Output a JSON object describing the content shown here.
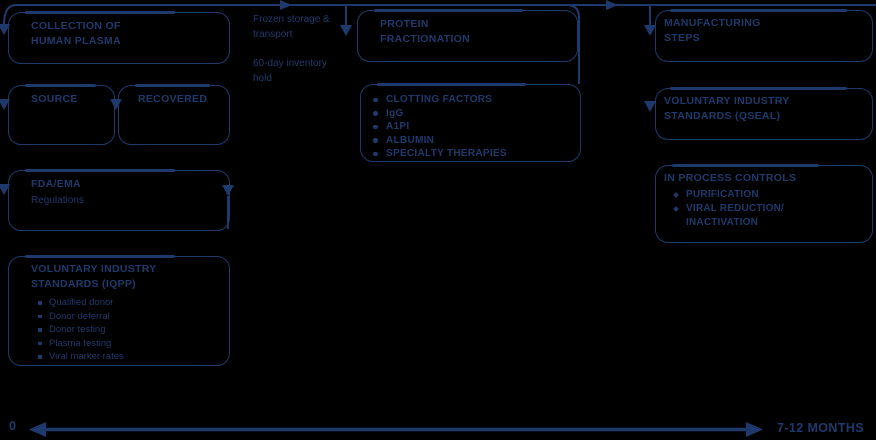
{
  "colors": {
    "navy": "#1e3a6c",
    "background": "#000000"
  },
  "flow": {
    "collection": {
      "title": "COLLECTION OF\nHUMAN PLASMA"
    },
    "source": {
      "title": "SOURCE"
    },
    "recovered": {
      "title": "RECOVERED"
    },
    "fda": {
      "title": "FDA/EMA",
      "subtitle": "Regulations"
    },
    "iqpp": {
      "title": "VOLUNTARY INDUSTRY\nSTANDARDS (IQPP)",
      "items": [
        "Qualified donor",
        "Donor deferral",
        "Donor testing",
        "Plasma testing",
        "Viral marker rates"
      ]
    },
    "storage_note": "Frozen storage & transport",
    "inventory_note": "60-day inventory hold",
    "fractionation": {
      "title": "PROTEIN\nFRACTIONATION"
    },
    "products": {
      "items": [
        "CLOTTING FACTORS",
        "IgG",
        "A1PI",
        "ALBUMIN",
        "SPECIALTY THERAPIES"
      ]
    },
    "manufacturing": {
      "title": "MANUFACTURING\nSTEPS"
    },
    "qseal": {
      "title": "VOLUNTARY INDUSTRY\nSTANDARDS (QSEAL)"
    },
    "controls": {
      "title": "IN PROCESS CONTROLS",
      "items": [
        "PURIFICATION",
        "VIRAL REDUCTION/\nINACTIVATION"
      ]
    }
  },
  "timeline": {
    "start": "0",
    "end": "7-12 MONTHS"
  }
}
